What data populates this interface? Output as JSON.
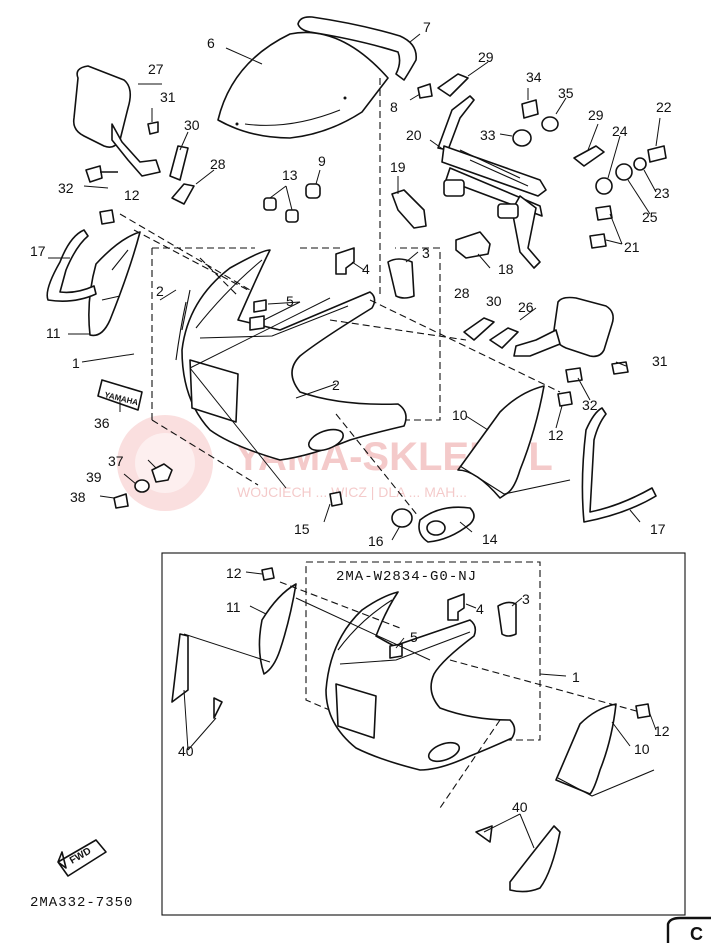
{
  "drawing_number": "2MA332-7350",
  "variant_code": "2MA-W2834-G0-NJ",
  "fwd_badge": "FWD",
  "emblem_text": "YAMAHA",
  "watermark": {
    "brand": "YAMA-SKLEP.PL",
    "subline": "WOJCIECH ... WICZ | DLA ... MAH..."
  },
  "callouts": {
    "n1": "1",
    "n2": "2",
    "n3": "3",
    "n4": "4",
    "n5": "5",
    "n6": "6",
    "n7": "7",
    "n8": "8",
    "n9": "9",
    "n10": "10",
    "n11": "11",
    "n12": "12",
    "n13": "13",
    "n14": "14",
    "n15": "15",
    "n16": "16",
    "n17": "17",
    "n18": "18",
    "n19": "19",
    "n20": "20",
    "n21": "21",
    "n22": "22",
    "n23": "23",
    "n24": "24",
    "n25": "25",
    "n26": "26",
    "n27": "27",
    "n28": "28",
    "n29": "29",
    "n30": "30",
    "n31": "31",
    "n32": "32",
    "n33": "33",
    "n34": "34",
    "n35": "35",
    "n36": "36",
    "n37": "37",
    "n38": "38",
    "n39": "39",
    "n40": "40"
  },
  "page_corner_glyph": "C"
}
